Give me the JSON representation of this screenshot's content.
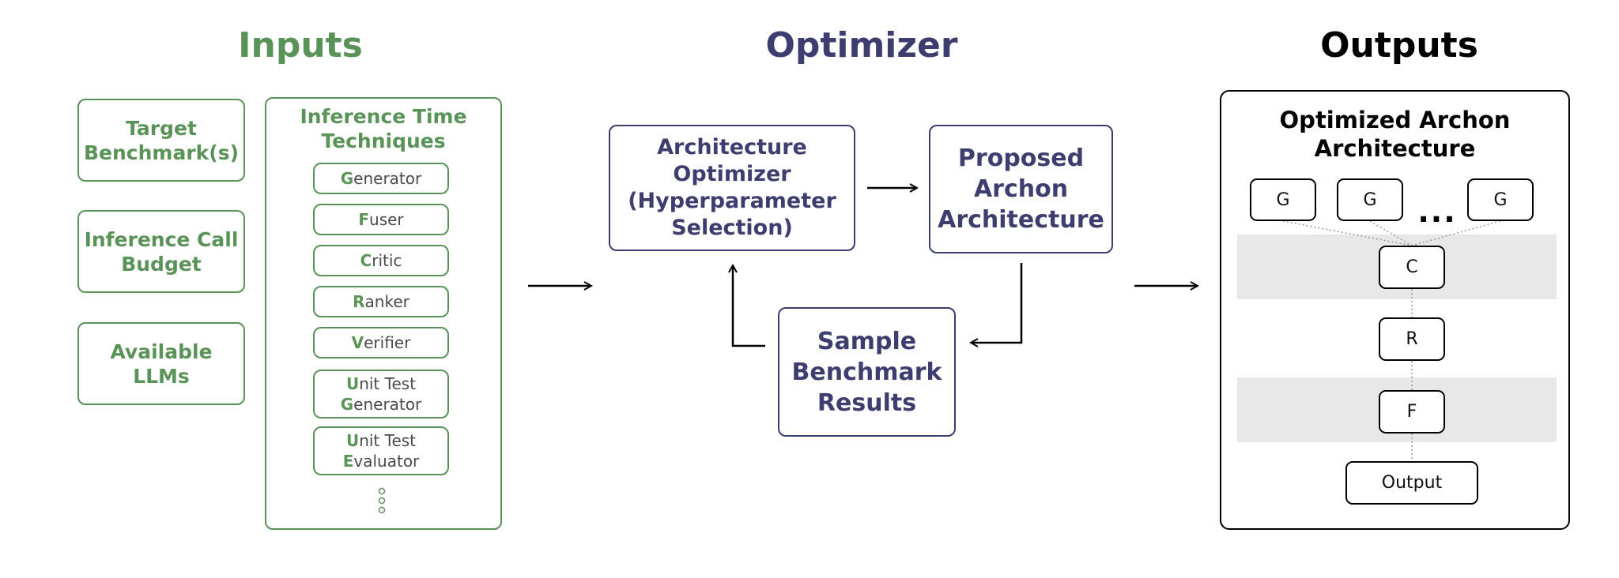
{
  "headings": {
    "inputs": "Inputs",
    "optimizer": "Optimizer",
    "outputs": "Outputs"
  },
  "inputs": {
    "target": "Target\nBenchmark(s)",
    "budget": "Inference Call\nBudget",
    "llms": "Available\nLLMs",
    "techniques_title": "Inference Time\nTechniques",
    "techniques": [
      {
        "lines": [
          {
            "initial": "G",
            "rest": "enerator"
          }
        ]
      },
      {
        "lines": [
          {
            "initial": "F",
            "rest": "user"
          }
        ]
      },
      {
        "lines": [
          {
            "initial": "C",
            "rest": "ritic"
          }
        ]
      },
      {
        "lines": [
          {
            "initial": "R",
            "rest": "anker"
          }
        ]
      },
      {
        "lines": [
          {
            "initial": "V",
            "rest": "erifier"
          }
        ]
      },
      {
        "lines": [
          {
            "initial": "U",
            "rest": "nit Test"
          },
          {
            "initial": "G",
            "rest": "enerator"
          }
        ]
      },
      {
        "lines": [
          {
            "initial": "U",
            "rest": "nit Test"
          },
          {
            "initial": "E",
            "rest": "valuator"
          }
        ]
      }
    ]
  },
  "optimizer": {
    "arch_optimizer": "Architecture\nOptimizer\n(Hyperparameter\nSelection)",
    "proposed": "Proposed\nArchon\nArchitecture",
    "sample": "Sample\nBenchmark\nResults"
  },
  "outputs": {
    "title": "Optimized Archon\nArchitecture",
    "gen_nodes": [
      "G",
      "G",
      "G"
    ],
    "ellipsis": "...",
    "critic": "C",
    "ranker": "R",
    "fuser": "F",
    "output": "Output"
  },
  "colors": {
    "inputs": "#5a9358",
    "optimizer": "#3d3d70",
    "outputs": "#000000",
    "band": "#e8e8e8"
  }
}
